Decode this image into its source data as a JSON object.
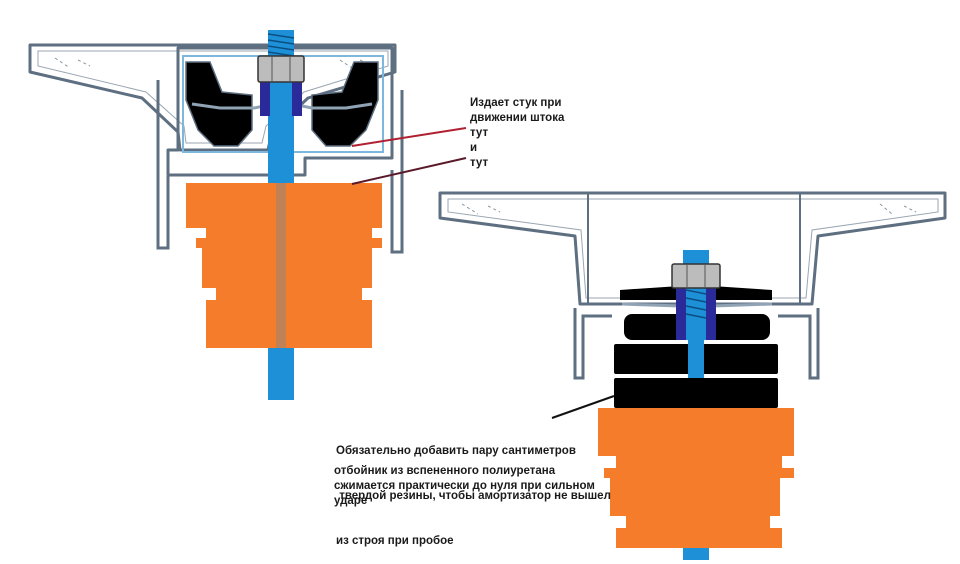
{
  "annotations": {
    "knock": {
      "lines": [
        "Издает стук при",
        "движении штока",
        "тут",
        "и",
        "тут"
      ]
    },
    "add_rubber": {
      "lines": [
        "Обязательно добавить пару сантиметров",
        " твердой резины, чтобы амортизатор не вышел",
        "из строя при пробое"
      ]
    },
    "bumper": {
      "lines": [
        "отбойник из вспененного полиуретана",
        "сжимается практически до нуля при сильном",
        "ударе"
      ]
    }
  },
  "colors": {
    "outline": "#5d6f80",
    "rod": "#1e90d8",
    "bumper": "#f47c2a",
    "rubber": "#000000",
    "nut": "#bcbcbc",
    "sleeve": "#2a2a9a",
    "pointer_red": "#b02030",
    "pointer_dark": "#5a1a2a"
  }
}
